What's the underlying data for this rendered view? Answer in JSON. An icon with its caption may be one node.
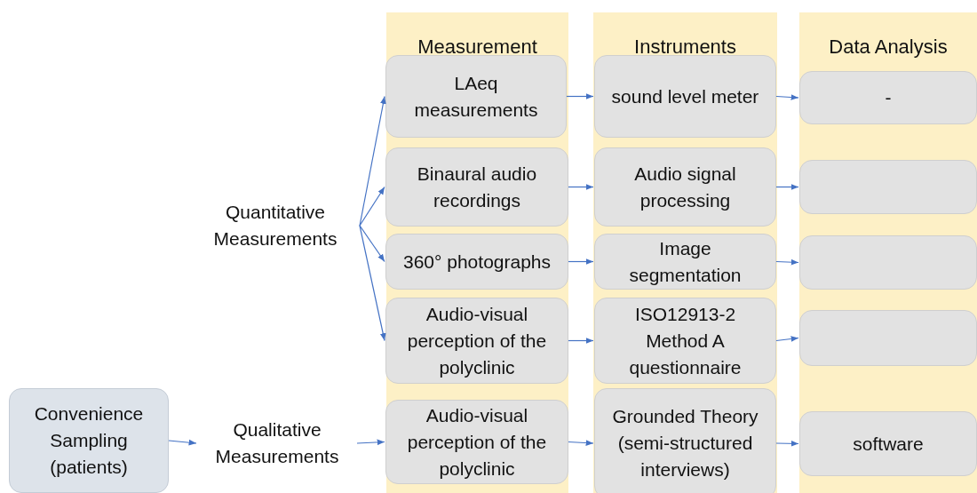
{
  "diagram": {
    "nodes": [
      {
        "text": [
          "Measurement"
        ]
      },
      {
        "text": [
          "Instruments"
        ]
      },
      {
        "text": [
          "Data Analysis"
        ]
      },
      {
        "text": [
          "Quantitative Measurements"
        ]
      },
      {
        "text": [
          "Convenience Sampling (patients)"
        ]
      },
      {
        "text": [
          "Qualitative Measurements"
        ]
      },
      {
        "text": [
          "LAeq measurements"
        ],
        "in": 0
      },
      {
        "text": [
          "Binaural audio recordings"
        ],
        "in": 0
      },
      {
        "text": [
          "360° photographs"
        ],
        "in": 0
      },
      {
        "text": [
          "Audio-visual perception of the polyclinic"
        ],
        "in": 0
      },
      {
        "text": [
          "Audio-visual perception of the polyclinic"
        ],
        "in": 0
      },
      {
        "text": [
          "sound level meter"
        ],
        "in": 1
      },
      {
        "text": [
          "Audio signal processing"
        ],
        "in": 1
      },
      {
        "text": [
          "Image segmentation"
        ],
        "in": 1
      },
      {
        "text": [
          "ISO12913-2 Method A questionnaire"
        ],
        "in": 1
      },
      {
        "text": [
          "Grounded Theory (semi-structured interviews)"
        ],
        "in": 1
      },
      {
        "text": [
          "-"
        ],
        "in": 2
      },
      {
        "text": [],
        "shape": "box",
        "in": 2
      },
      {
        "text": [],
        "shape": "box",
        "in": 2
      },
      {
        "text": [],
        "shape": "box",
        "in": 2
      },
      {
        "text": [
          "software"
        ],
        "in": 2
      }
    ],
    "edges": [
      {
        "from": 3,
        "to": 6,
        "arrow": "to"
      },
      {
        "from": 3,
        "to": 7,
        "arrow": "to"
      },
      {
        "from": 3,
        "to": 8,
        "arrow": "to"
      },
      {
        "from": 3,
        "to": 9,
        "arrow": "to"
      },
      {
        "from": 6,
        "to": 11,
        "arrow": "to"
      },
      {
        "from": 7,
        "to": 12,
        "arrow": "to"
      },
      {
        "from": 8,
        "to": 13,
        "arrow": "to"
      },
      {
        "from": 9,
        "to": 14,
        "arrow": "to"
      },
      {
        "from": 11,
        "to": 16,
        "arrow": "to"
      },
      {
        "from": 12,
        "to": 17,
        "arrow": "to"
      },
      {
        "from": 13,
        "to": 18,
        "arrow": "to"
      },
      {
        "from": 14,
        "to": 19,
        "arrow": "to"
      },
      {
        "from": 4,
        "to": 5,
        "arrow": "to"
      },
      {
        "from": 5,
        "to": 10,
        "arrow": "to"
      },
      {
        "from": 10,
        "to": 15,
        "arrow": "to"
      },
      {
        "from": 15,
        "to": 20,
        "arrow": "to"
      }
    ]
  }
}
